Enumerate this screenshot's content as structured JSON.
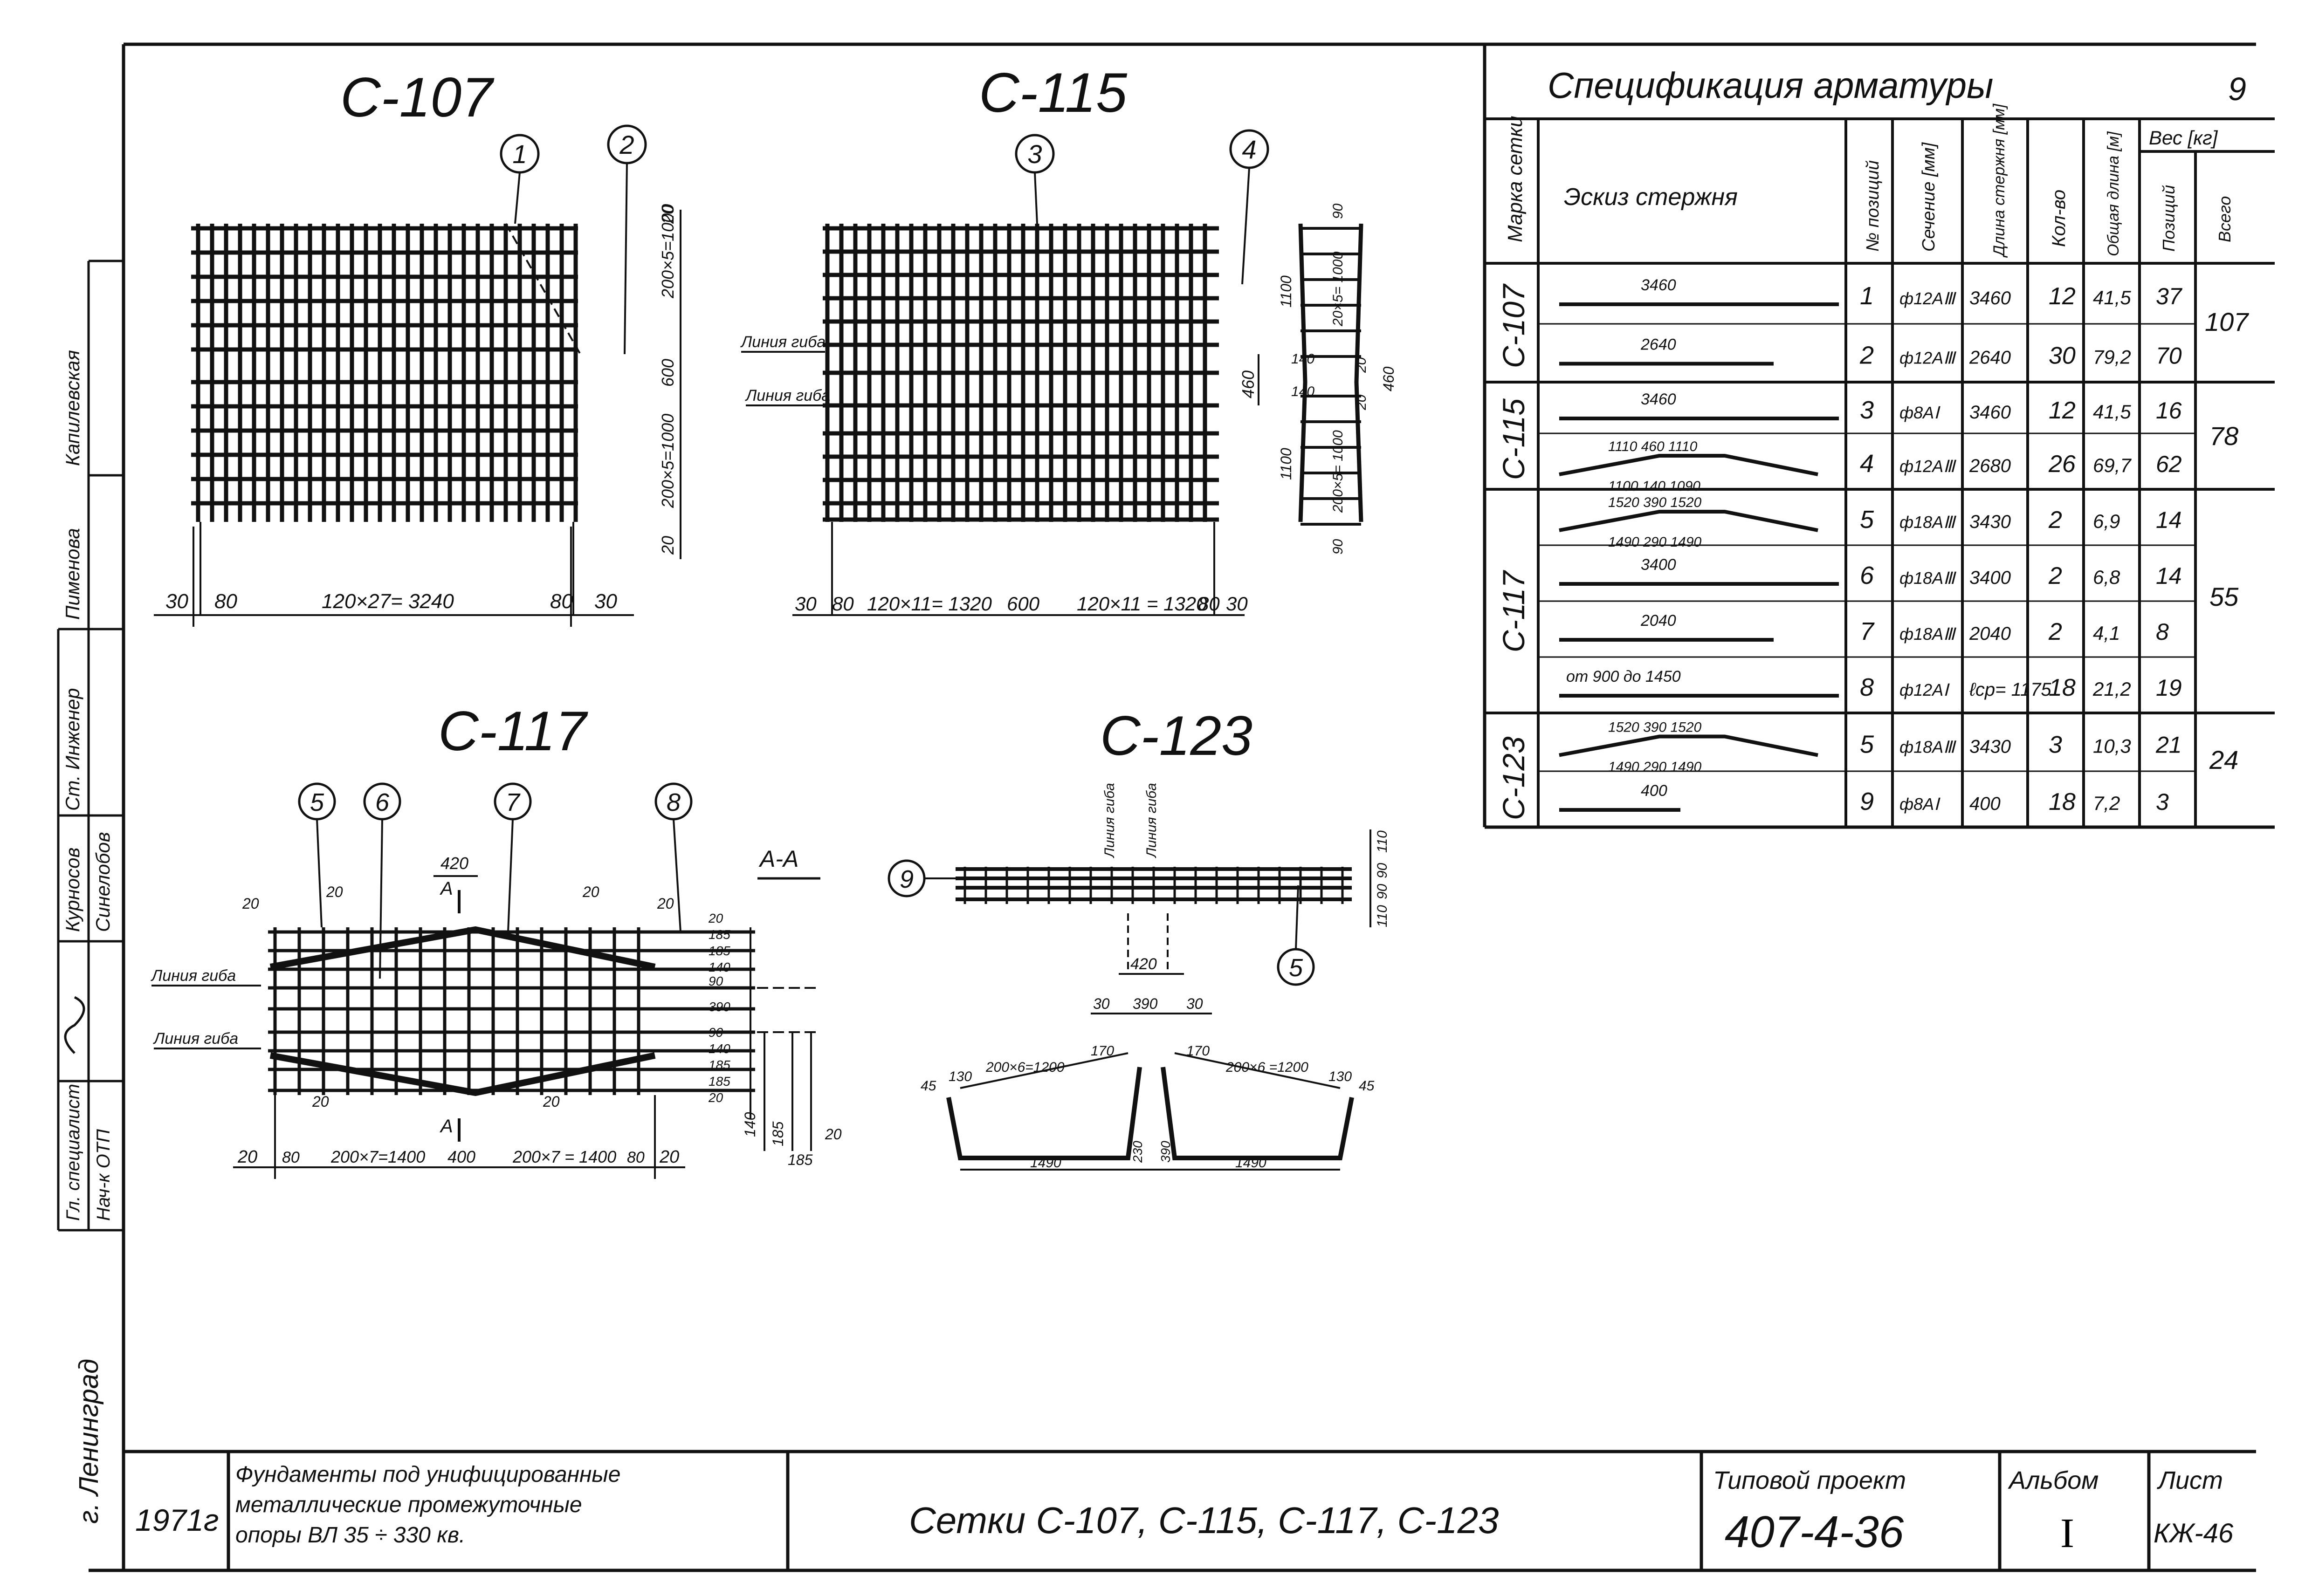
{
  "drawings": {
    "c107": {
      "title": "С-107",
      "callouts": [
        "1",
        "2"
      ],
      "dims_bottom": [
        "30",
        "80",
        "120×27= 3240",
        "80",
        "30"
      ],
      "dims_right": [
        "20",
        "200×5=1000",
        "600",
        "200×5=1000",
        "20"
      ]
    },
    "c115": {
      "title": "С-115",
      "callouts": [
        "3",
        "4"
      ],
      "bend_line_1": "Линия гиба",
      "bend_line_2": "Линия гиба",
      "dims_bottom": [
        "30",
        "80",
        "120×11= 1320",
        "600",
        "120×11 = 1320",
        "80",
        "30"
      ],
      "dims_right": [
        "460"
      ],
      "side_dims": [
        "90",
        "1100",
        "20×5= 1000",
        "140",
        "20",
        "460",
        "140",
        "20",
        "1100",
        "200×5= 1000",
        "90"
      ]
    },
    "c117": {
      "title": "С-117",
      "callouts": [
        "5",
        "6",
        "7",
        "8"
      ],
      "bend_line_1": "Линия гиба",
      "bend_line_2": "Линия гиба",
      "section_mark": "А-А",
      "section_letter": "А",
      "dims_top": [
        "420",
        "20",
        "20",
        "20",
        "20"
      ],
      "dims_bottom": [
        "20",
        "80",
        "200×7=1400",
        "400",
        "200×7 = 1400",
        "80",
        "20"
      ],
      "dims_right": [
        "20",
        "185",
        "185",
        "140",
        "90",
        "390",
        "90",
        "140",
        "185",
        "185",
        "20"
      ],
      "dims_section": [
        "140",
        "185",
        "185",
        "20"
      ],
      "dims_inner": [
        "20",
        "20"
      ]
    },
    "c123": {
      "title": "С-123",
      "callouts": [
        "9",
        "5"
      ],
      "bend_line_1": "Линия гиба",
      "bend_line_2": "Линия гиба",
      "dims_right": [
        "110",
        "90",
        "90",
        "110"
      ],
      "dims_profile": [
        "420",
        "30",
        "390",
        "30",
        "45",
        "130",
        "200×6=1200",
        "170",
        "170",
        "200×6 =1200",
        "130",
        "45",
        "230",
        "390",
        "1490",
        "1490"
      ]
    }
  },
  "spec": {
    "title": "Спецификация арматуры",
    "headers": {
      "brand": "Марка сетки",
      "sketch": "Эскиз стержня",
      "pos": "№ позиций",
      "section": "Сечение [мм]",
      "length": "Длина стержня [мм]",
      "qty": "Кол-во",
      "total_length": "Общая длина [м]",
      "weight": "Вес [кг]",
      "weight_pos": "Позиций",
      "weight_total": "Всего"
    },
    "rows": [
      {
        "pos": "1",
        "section": "ф12АⅢ",
        "length": "3460",
        "qty": "12",
        "total_len": "41,5",
        "weight": "37",
        "sketch_label": "3460"
      },
      {
        "pos": "2",
        "section": "ф12АⅢ",
        "length": "2640",
        "qty": "30",
        "total_len": "79,2",
        "weight": "70",
        "sketch_label": "2640"
      },
      {
        "pos": "3",
        "section": "ф8АⅠ",
        "length": "3460",
        "qty": "12",
        "total_len": "41,5",
        "weight": "16",
        "sketch_label": "3460"
      },
      {
        "pos": "4",
        "section": "ф12АⅢ",
        "length": "2680",
        "qty": "26",
        "total_len": "69,7",
        "weight": "62",
        "sketch_label": "1110  460  1110 / 1100  140  1090"
      },
      {
        "pos": "5",
        "section": "ф18АⅢ",
        "length": "3430",
        "qty": "2",
        "total_len": "6,9",
        "weight": "14",
        "sketch_label": "1520  390  1520 / 1490  290  1490"
      },
      {
        "pos": "6",
        "section": "ф18АⅢ",
        "length": "3400",
        "qty": "2",
        "total_len": "6,8",
        "weight": "14",
        "sketch_label": "3400"
      },
      {
        "pos": "7",
        "section": "ф18АⅢ",
        "length": "2040",
        "qty": "2",
        "total_len": "4,1",
        "weight": "8",
        "sketch_label": "2040"
      },
      {
        "pos": "8",
        "section": "ф12АⅠ",
        "length": "ℓср= 1175",
        "qty": "18",
        "total_len": "21,2",
        "weight": "19",
        "sketch_label": "от 900 до 1450"
      },
      {
        "pos": "5",
        "section": "ф18АⅢ",
        "length": "3430",
        "qty": "3",
        "total_len": "10,3",
        "weight": "21",
        "sketch_label": "1520  390  1520 / 1490  290  1490"
      },
      {
        "pos": "9",
        "section": "ф8АⅠ",
        "length": "400",
        "qty": "18",
        "total_len": "7,2",
        "weight": "3",
        "sketch_label": "400"
      }
    ],
    "groups": [
      {
        "brand": "С-107",
        "total": "107"
      },
      {
        "brand": "С-115",
        "total": "78"
      },
      {
        "brand": "С-117",
        "total": "55"
      },
      {
        "brand": "С-123",
        "total": "24"
      }
    ]
  },
  "side_stamp": {
    "roles": [
      "Ст. Инженер",
      "Гл. специалист",
      "Нач-к ОТП"
    ],
    "names": [
      "Капилевская",
      "Пименова",
      "Курносов",
      "Синелобов"
    ],
    "city": "г. Ленинград"
  },
  "title_block": {
    "year": "1971г",
    "description": "Фундаменты под унифицированные металлические промежуточные опоры ВЛ 35 ÷ 330 кв.",
    "sheet_title": "Сетки  С-107, С-115, С-117, С-123",
    "project_label": "Типовой проект",
    "project_no": "407-4-36",
    "album_label": "Альбом",
    "album_no": "I",
    "sheet_label": "Лист",
    "sheet_no": "КЖ-46",
    "corner_mark": "9"
  }
}
